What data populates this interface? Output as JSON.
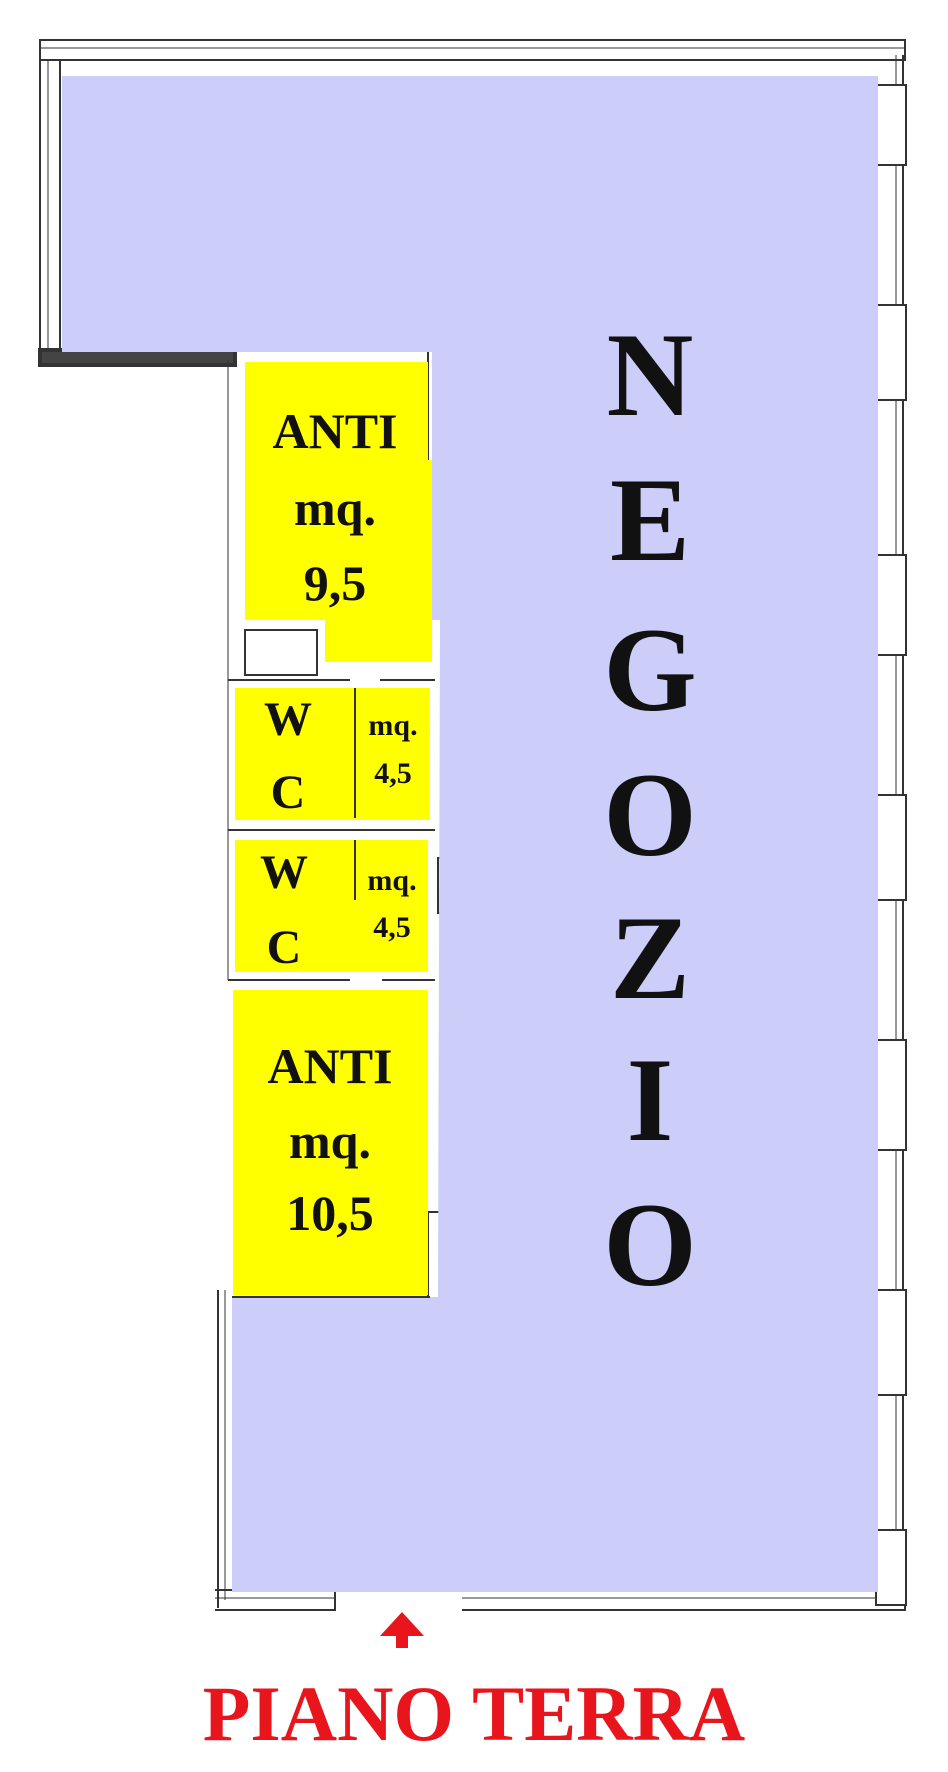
{
  "plan": {
    "main_room": {
      "name_letters": [
        "N",
        "E",
        "G",
        "O",
        "Z",
        "I",
        "O"
      ],
      "color": "#cdcdfa"
    },
    "rooms": [
      {
        "id": "anti-top",
        "lines": [
          "ANTI",
          "mq.",
          "9,5"
        ],
        "color": "#ffff00"
      },
      {
        "id": "wc-1",
        "letters": [
          "W",
          "C"
        ],
        "area": [
          "mq.",
          "4,5"
        ],
        "color": "#ffff00"
      },
      {
        "id": "wc-2",
        "letters": [
          "W",
          "C"
        ],
        "area": [
          "mq.",
          "4,5"
        ],
        "color": "#ffff00"
      },
      {
        "id": "anti-bottom",
        "lines": [
          "ANTI",
          "mq.",
          "10,5"
        ],
        "color": "#ffff00"
      }
    ],
    "floor_label": "PIANO TERRA",
    "label_color": "#e8151c",
    "entrance_arrow": "up-arrow-icon"
  }
}
